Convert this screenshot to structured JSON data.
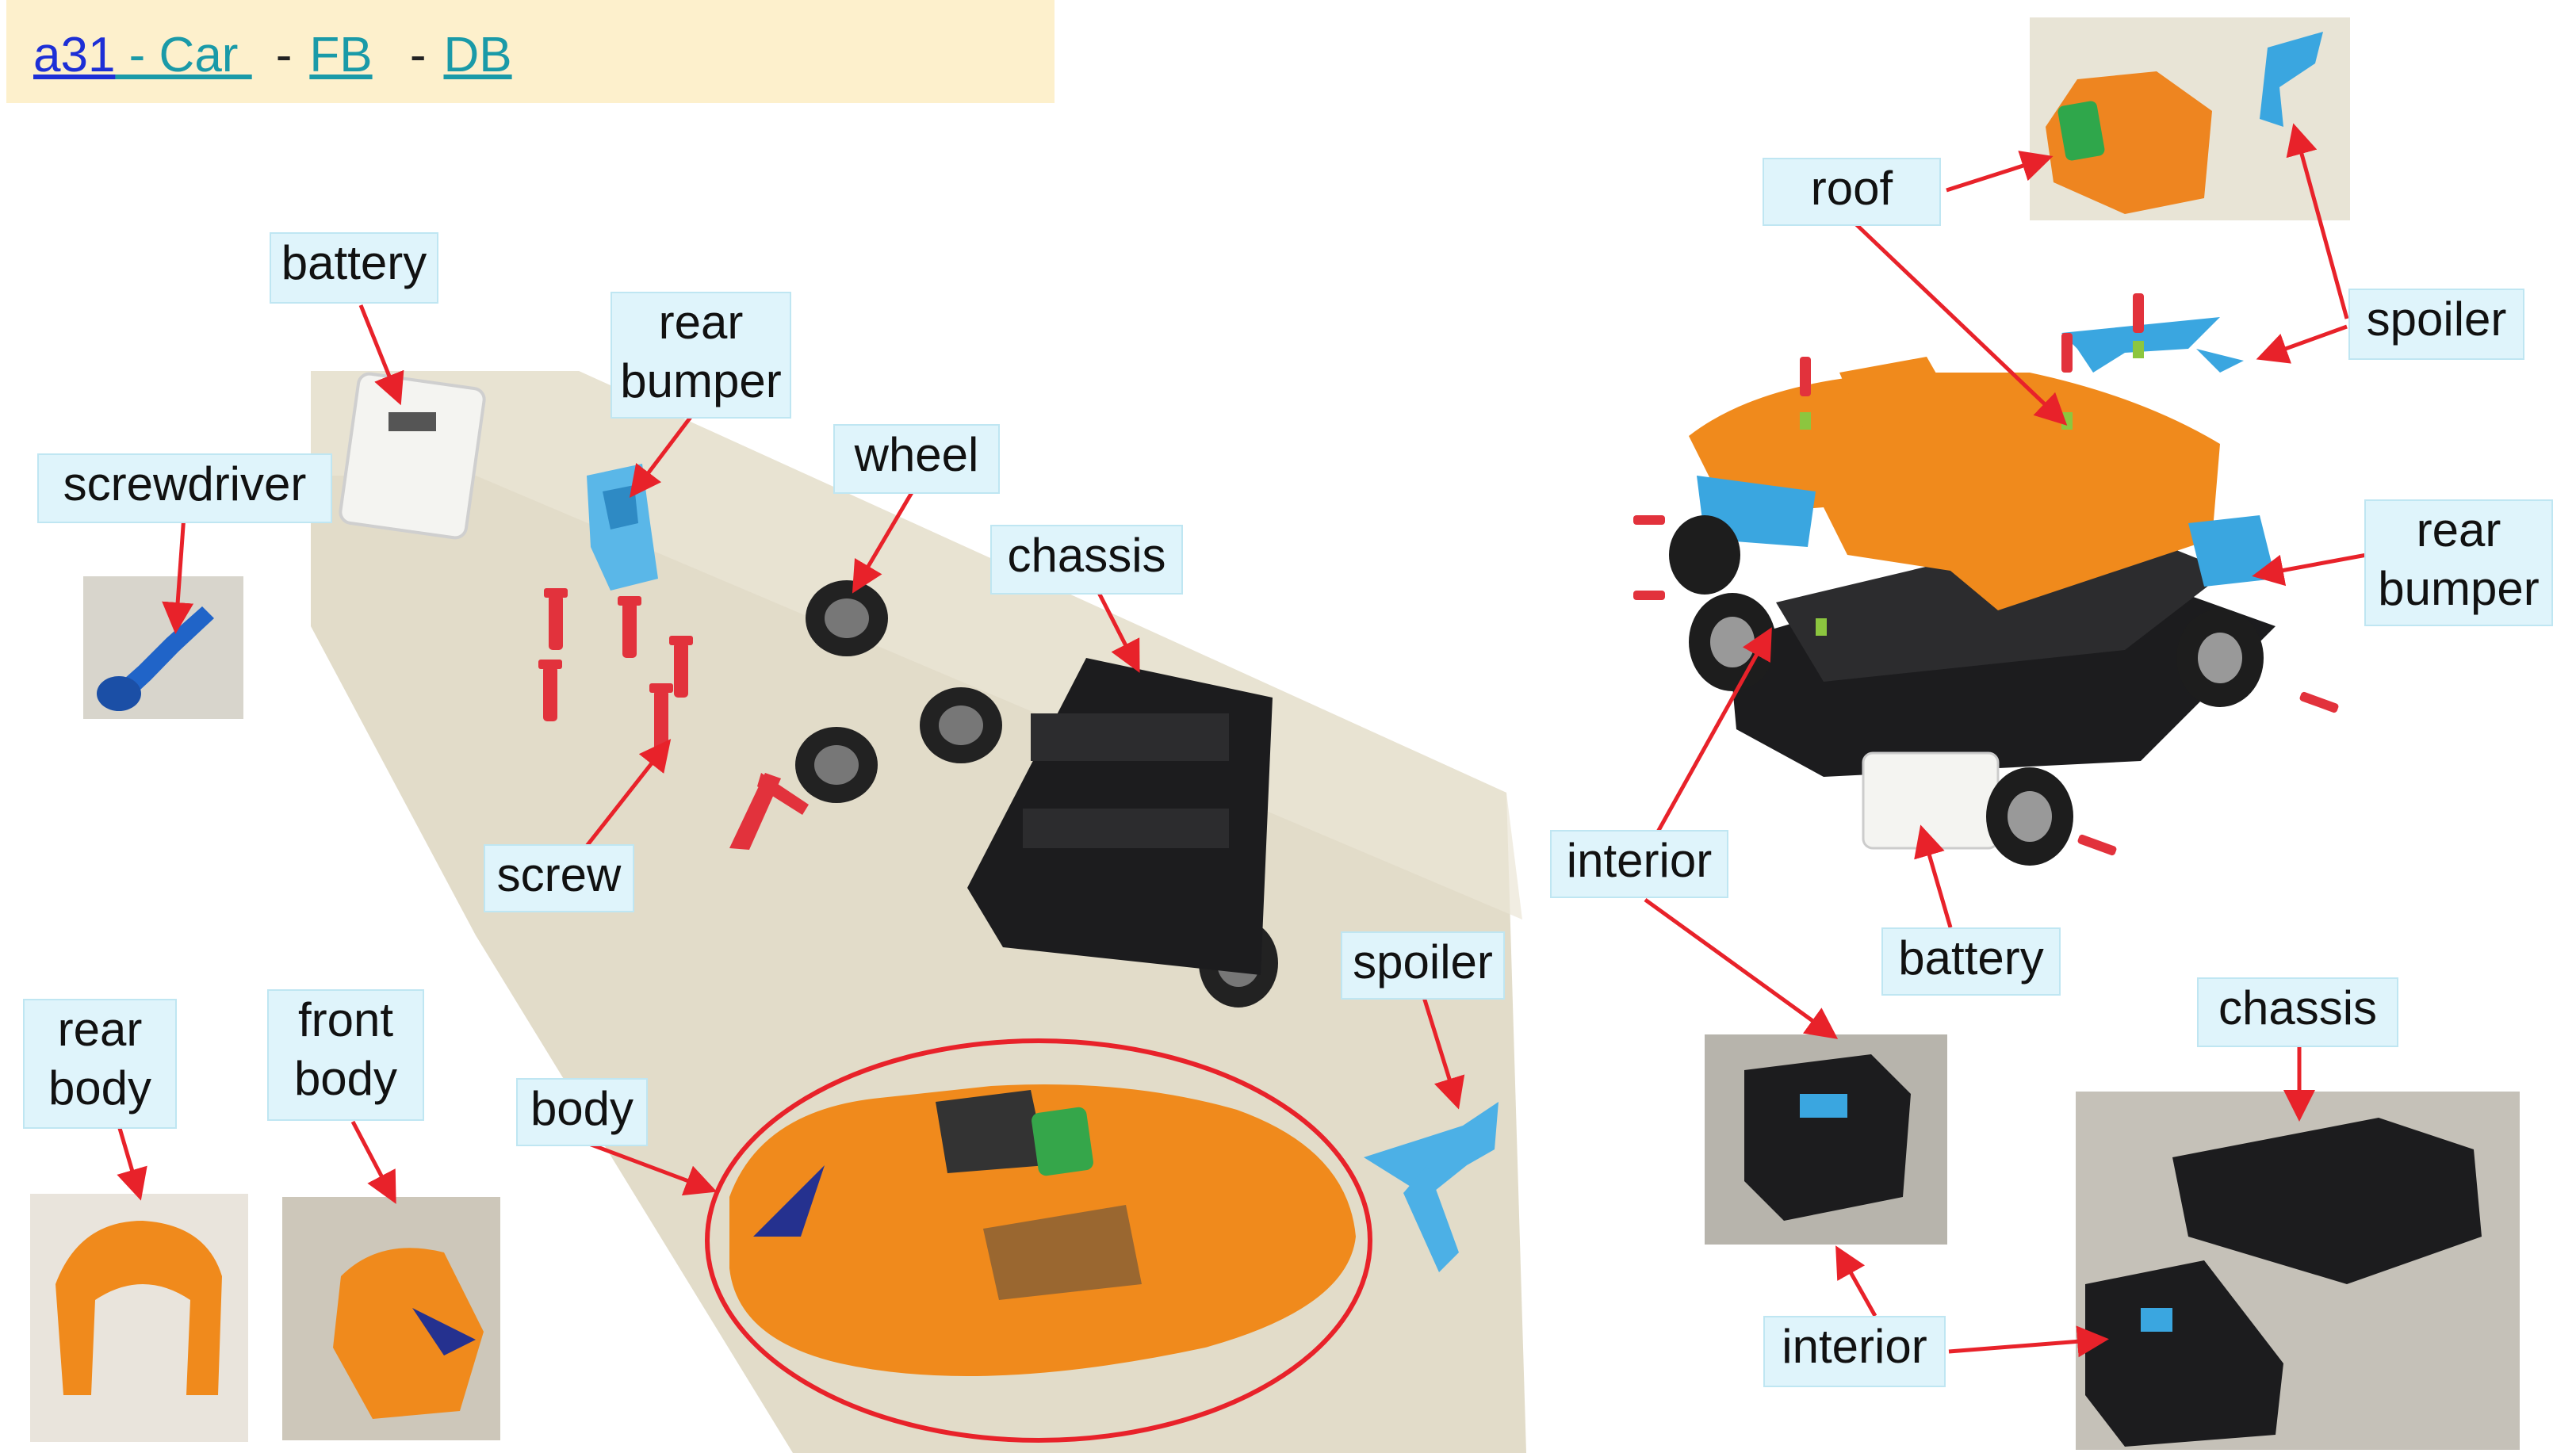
{
  "header": {
    "link_a31": "a31",
    "link_car": " - Car ",
    "sep1": "-",
    "link_fb": "FB",
    "sep2": "-",
    "link_db": "DB"
  },
  "labels": {
    "battery_left": "battery",
    "rear_bumper_left": "rear\nbumper",
    "screwdriver": "screwdriver",
    "wheel": "wheel",
    "chassis_left": "chassis",
    "screw": "screw",
    "spoiler_left": "spoiler",
    "body": "body",
    "rear_body": "rear\nbody",
    "front_body": "front\nbody",
    "roof": "roof",
    "spoiler_right": "spoiler",
    "rear_bumper_right": "rear\nbumper",
    "interior_mid": "interior",
    "battery_right": "battery",
    "chassis_right": "chassis",
    "interior_bottom": "interior"
  },
  "colors": {
    "arrow": "#e8222a",
    "label_bg": "#dff4fb",
    "header_bg": "#fdf0cc",
    "body_orange": "#f08a1c",
    "bumper_blue": "#3aa6e0",
    "screw_red": "#e2323c",
    "chassis_black": "#1c1c1e"
  },
  "icons": [
    "screwdriver-icon",
    "battery-icon",
    "wheel-icon",
    "screw-icon"
  ]
}
